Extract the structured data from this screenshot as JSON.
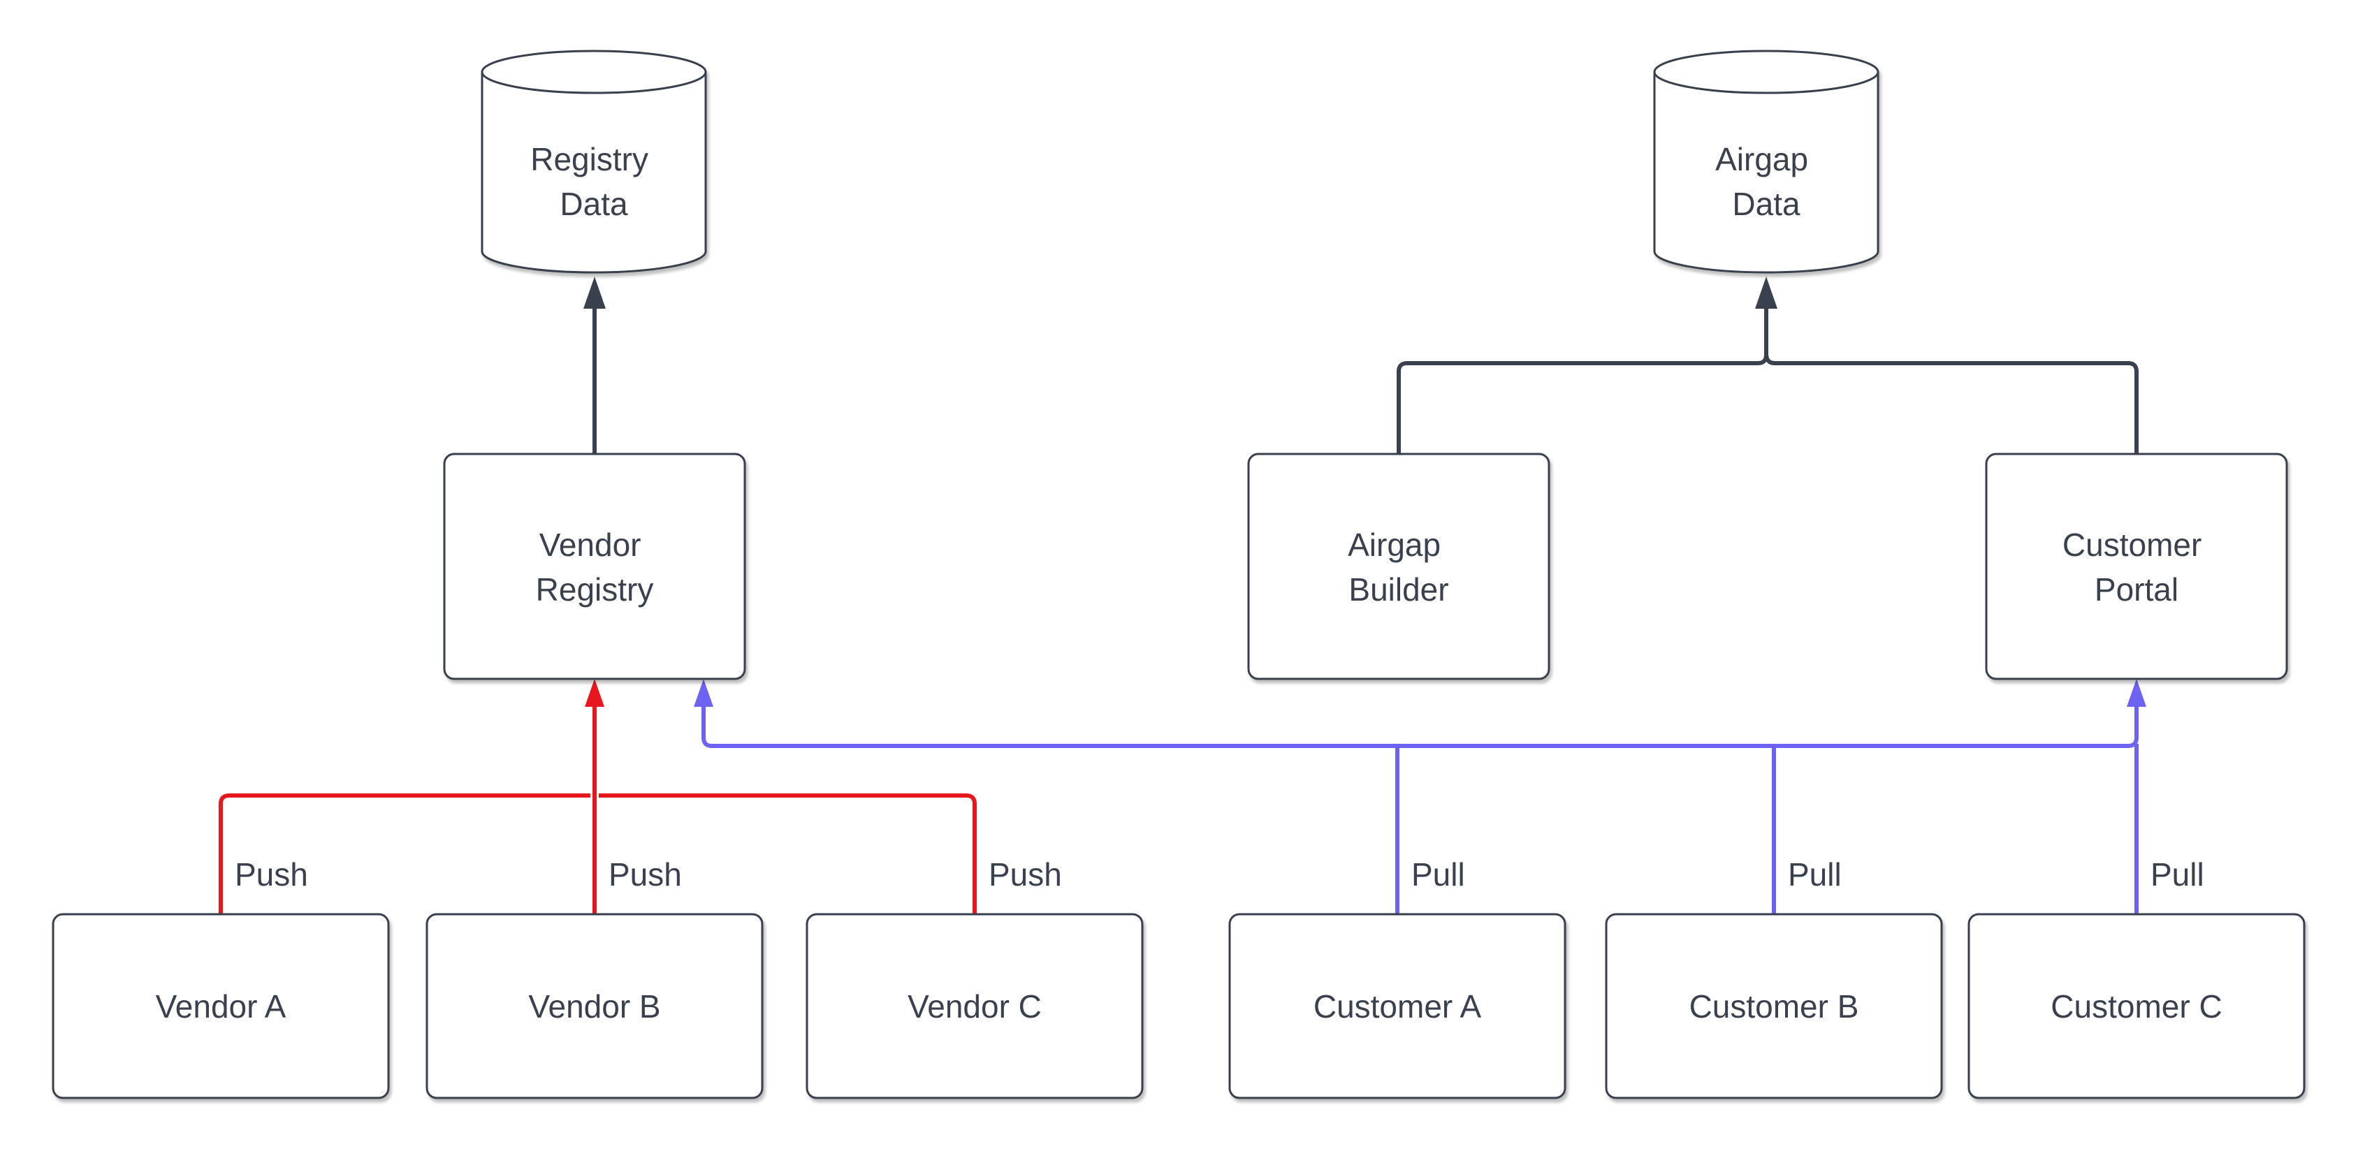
{
  "diagram": {
    "background": "#ffffff",
    "colors": {
      "node_stroke": "#39404E",
      "text": "#3A414E",
      "push_edge": "#E8171E",
      "pull_edge": "#6C63F2",
      "data_edge": "#39404E"
    },
    "datastores": [
      {
        "id": "registry-data",
        "line1": "Registry",
        "line2": "Data"
      },
      {
        "id": "airgap-data",
        "line1": "Airgap",
        "line2": "Data"
      }
    ],
    "services": [
      {
        "id": "vendor-registry",
        "line1": "Vendor",
        "line2": "Registry"
      },
      {
        "id": "airgap-builder",
        "line1": "Airgap",
        "line2": "Builder"
      },
      {
        "id": "customer-portal",
        "line1": "Customer",
        "line2": "Portal"
      }
    ],
    "actors": [
      {
        "id": "vendor-a",
        "label": "Vendor A"
      },
      {
        "id": "vendor-b",
        "label": "Vendor B"
      },
      {
        "id": "vendor-c",
        "label": "Vendor C"
      },
      {
        "id": "customer-a",
        "label": "Customer A"
      },
      {
        "id": "customer-b",
        "label": "Customer B"
      },
      {
        "id": "customer-c",
        "label": "Customer C"
      }
    ],
    "edge_labels": [
      {
        "id": "push-vendor-a",
        "label": "Push"
      },
      {
        "id": "push-vendor-b",
        "label": "Push"
      },
      {
        "id": "push-vendor-c",
        "label": "Push"
      },
      {
        "id": "pull-customer-a",
        "label": "Pull"
      },
      {
        "id": "pull-customer-b",
        "label": "Pull"
      },
      {
        "id": "pull-customer-c",
        "label": "Pull"
      }
    ]
  }
}
